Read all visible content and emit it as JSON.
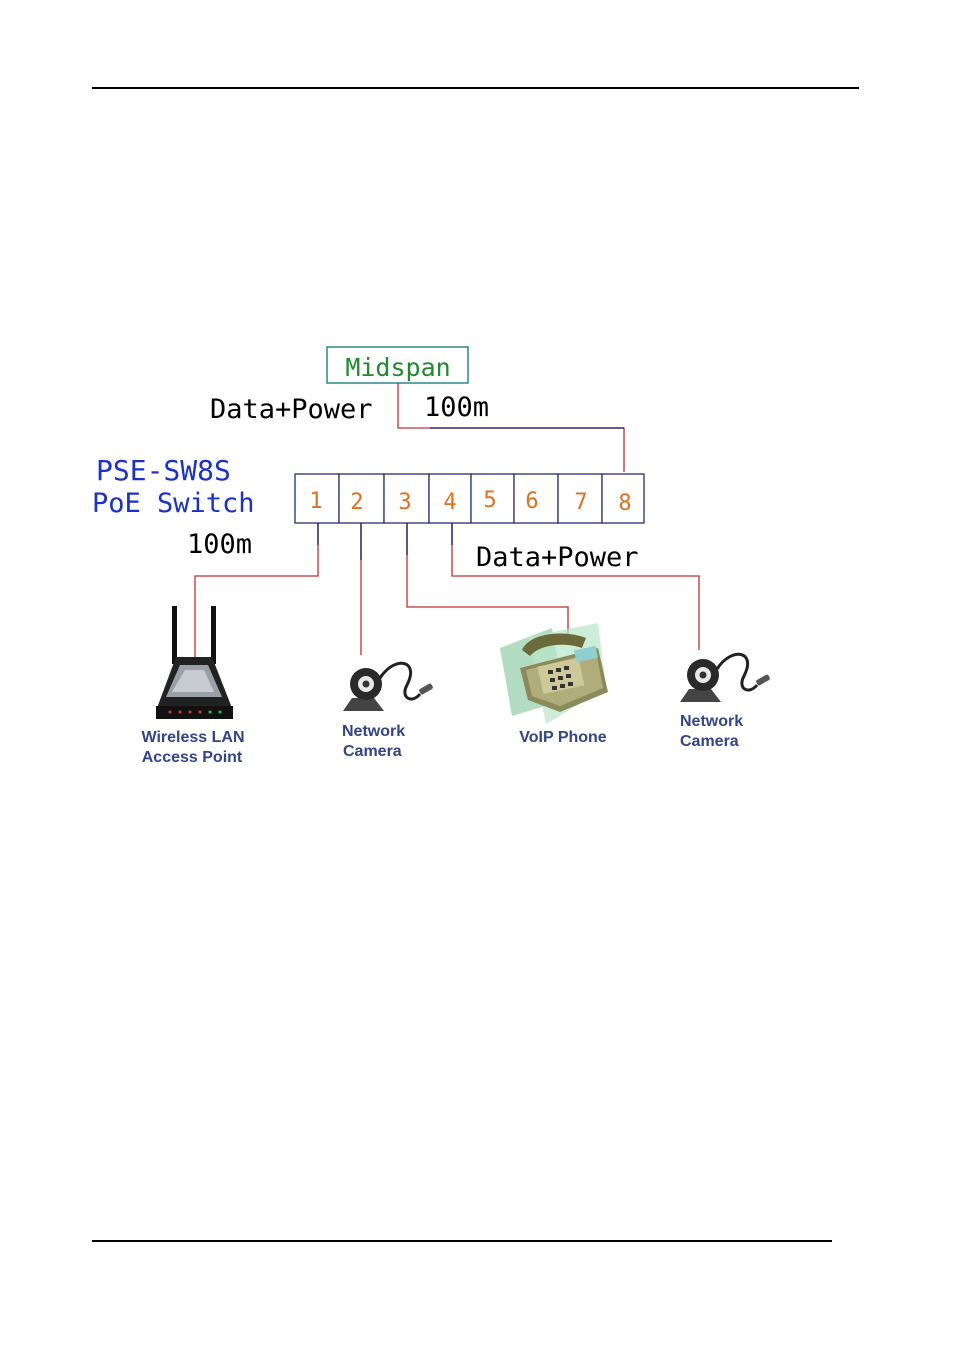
{
  "diagram": {
    "midspan": "Midspan",
    "data_power_top": "Data+Power",
    "distance_top": "100m",
    "switch_model": "PSE-SW8S",
    "switch_type": "PoE Switch",
    "distance_left": "100m",
    "data_power_bottom": "Data+Power",
    "ports": [
      "1",
      "2",
      "3",
      "4",
      "5",
      "6",
      "7",
      "8"
    ],
    "devices": {
      "ap_line1": "Wireless LAN",
      "ap_line2": "Access Point",
      "cam1_line1": "Network",
      "cam1_line2": "Camera",
      "phone": "VoIP Phone",
      "cam2_line1": "Network",
      "cam2_line2": "Camera"
    }
  },
  "colors": {
    "cable": "#c03030",
    "link": "#1a1a66",
    "port_number": "#e07020",
    "switch_text": "#1a2fd0",
    "midspan_text": "#1f8a2f",
    "midspan_border": "#2a8a8a",
    "device_label": "#334488"
  }
}
